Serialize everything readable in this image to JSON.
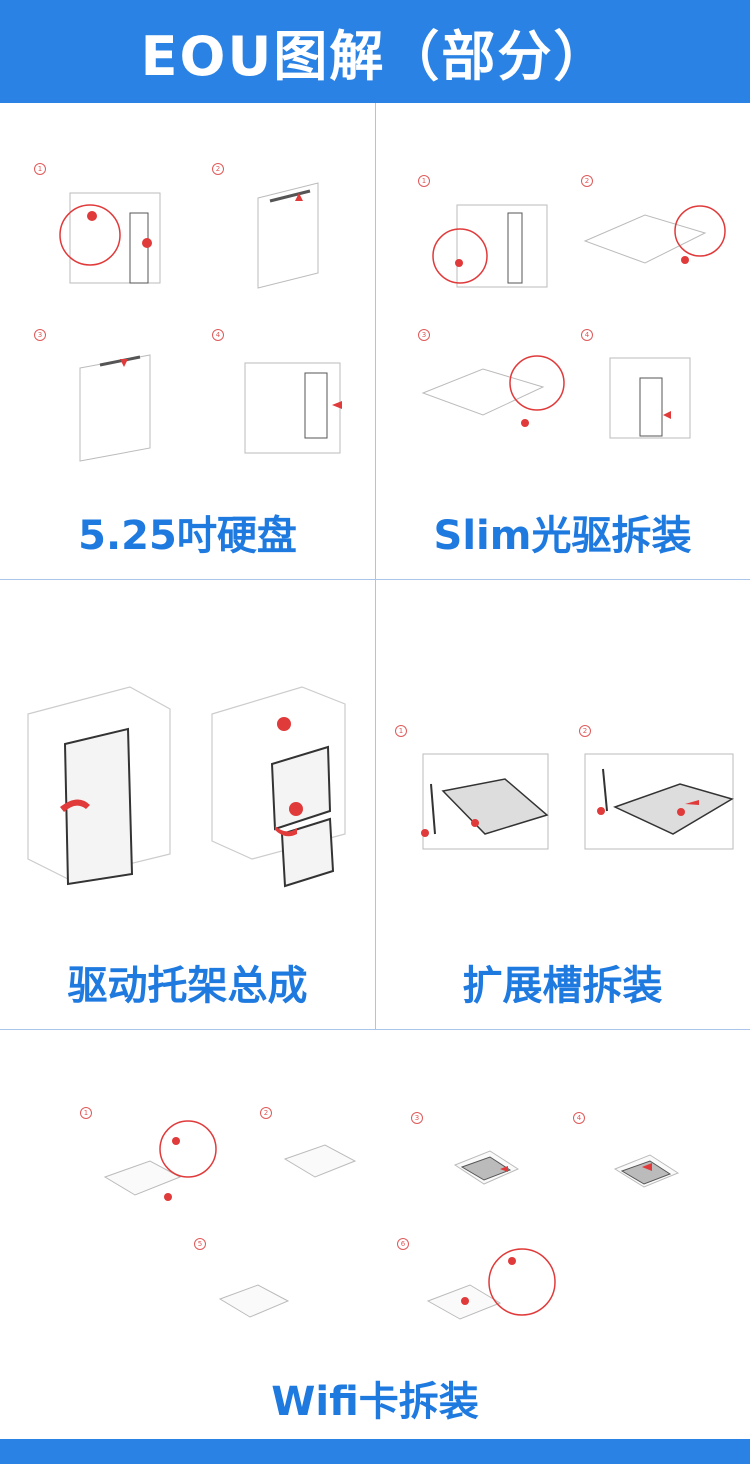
{
  "header": {
    "title": "EOU图解（部分）"
  },
  "panels": [
    {
      "caption": "5.25吋硬盘",
      "steps": [
        "1",
        "2",
        "3",
        "4"
      ]
    },
    {
      "caption": "Slim光驱拆装",
      "steps": [
        "1",
        "2",
        "3",
        "4"
      ]
    },
    {
      "caption": "驱动托架总成",
      "steps": []
    },
    {
      "caption": "扩展槽拆装",
      "steps": [
        "1",
        "2"
      ]
    },
    {
      "caption": "Wifi卡拆装",
      "steps": [
        "1",
        "2",
        "3",
        "4",
        "5",
        "6"
      ]
    }
  ],
  "colors": {
    "accent": "#2a82e4",
    "caption": "#1f7ae0",
    "marker": "#e03a3a",
    "divider": "#a9c6ea"
  }
}
